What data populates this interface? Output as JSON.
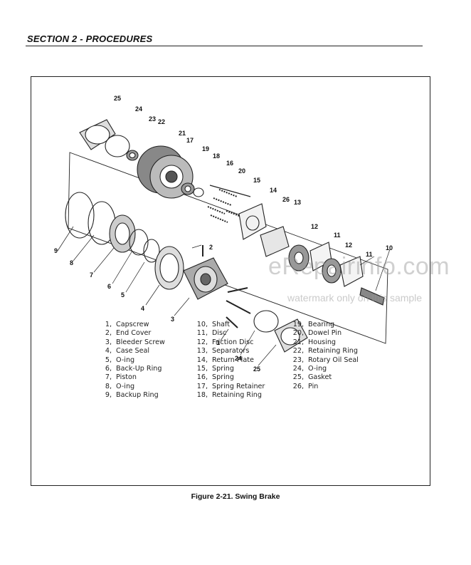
{
  "header": {
    "section": "SECTION 2 - PROCEDURES"
  },
  "figure": {
    "caption": "Figure 2-21.  Swing Brake",
    "callouts": [
      "25",
      "24",
      "23",
      "22",
      "21",
      "17",
      "19",
      "18",
      "16",
      "20",
      "15",
      "14",
      "26",
      "13",
      "12",
      "11",
      "12",
      "11",
      "10",
      "9",
      "8",
      "7",
      "6",
      "5",
      "4",
      "3",
      "2",
      "1",
      "24",
      "25"
    ],
    "legend": [
      [
        {
          "num": "1,",
          "label": "Capscrew"
        },
        {
          "num": "2,",
          "label": "End Cover"
        },
        {
          "num": "3,",
          "label": "Bleeder Screw"
        },
        {
          "num": "4,",
          "label": "Case Seal"
        },
        {
          "num": "5,",
          "label": "O-ing"
        },
        {
          "num": "6,",
          "label": "Back-Up Ring"
        },
        {
          "num": "7,",
          "label": "Piston"
        },
        {
          "num": "8,",
          "label": "O-ing"
        },
        {
          "num": "9,",
          "label": "Backup Ring"
        }
      ],
      [
        {
          "num": "10,",
          "label": "Shaft"
        },
        {
          "num": "11,",
          "label": "Disc"
        },
        {
          "num": "12,",
          "label": "Friction Disc"
        },
        {
          "num": "13,",
          "label": "Separators"
        },
        {
          "num": "14,",
          "label": "Return Plate"
        },
        {
          "num": "15,",
          "label": "Spring"
        },
        {
          "num": "16,",
          "label": "Spring"
        },
        {
          "num": "17,",
          "label": "Spring Retainer"
        },
        {
          "num": "18,",
          "label": "Retaining Ring"
        }
      ],
      [
        {
          "num": "19,",
          "label": "Bearing"
        },
        {
          "num": "20,",
          "label": "Dowel Pin"
        },
        {
          "num": "21,",
          "label": "Housing"
        },
        {
          "num": "22,",
          "label": "Retaining Ring"
        },
        {
          "num": "23,",
          "label": "Rotary Oil Seal"
        },
        {
          "num": "24,",
          "label": "O-ing"
        },
        {
          "num": "25,",
          "label": "Gasket"
        },
        {
          "num": "26,",
          "label": "Pin"
        }
      ]
    ]
  },
  "watermark": {
    "text": "eRepairinfo.com",
    "subtext": "watermark only on this sample"
  }
}
